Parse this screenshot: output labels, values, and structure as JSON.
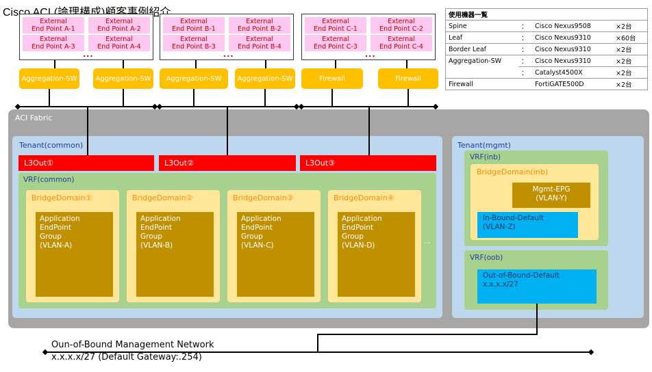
{
  "title": "Cisco ACI (論理構成)顧客事例紹介",
  "endpoint_groups": [
    {
      "endpoints": [
        "External\nEnd Point A-1",
        "External\nEnd Point A-2",
        "External\nEnd Point A-3",
        "External\nEnd Point A-4"
      ],
      "more": "..."
    },
    {
      "endpoints": [
        "External\nEnd Point B-1",
        "External\nEnd Point B-2",
        "External\nEnd Point B-3",
        "External\nEnd Point B-4"
      ],
      "more": "..."
    },
    {
      "endpoints": [
        "External\nEnd Point C-1",
        "External\nEnd Point C-2",
        "External\nEnd Point C-3",
        "External\nEnd Point C-4"
      ],
      "more": "..."
    }
  ],
  "gateways": [
    "Aggregation-SW",
    "Aggregation-SW",
    "Aggregation-SW",
    "Aggregation-SW",
    "Firewall",
    "Firewall"
  ],
  "fabric": {
    "label": "ACI Fabric"
  },
  "tenant_common": {
    "label": "Tenant(common)",
    "l3outs": [
      "L3Out①",
      "L3Out②",
      "L3Out③"
    ],
    "vrf": "VRF(common)",
    "bridge_domains": [
      {
        "label": "BridgeDomain①",
        "epg": "Application\nEndPoint\nGroup\n(VLAN-A)"
      },
      {
        "label": "BridgeDomain②",
        "epg": "Application\nEndPoint\nGroup\n(VLAN-B)"
      },
      {
        "label": "BridgeDomain③",
        "epg": "Application\nEndPoint\nGroup\n(VLAN-C)"
      },
      {
        "label": "BridgeDomain④",
        "epg": "Application\nEndPoint\nGroup\n(VLAN-D)"
      }
    ],
    "more": "..."
  },
  "tenant_mgmt": {
    "label": "Tenant(mgmt)",
    "vrf_inb": "VRF(inb)",
    "bd_inb": "BridgeDomain(inb)",
    "mgmt_epg": "Mgmt-EPG\n(VLAN-Y)",
    "inband_default": "In-Bound-Default\n(VLAN-Z)",
    "vrf_oob": "VRF(oob)",
    "oob_default": "Out-of-Bound-Default\nx.x.x.x/27"
  },
  "oob_network": {
    "line1": "Oun-of-Bound Management Network",
    "line2": "x.x.x.x/27 (Default Gateway:.254)"
  },
  "device_table": {
    "header": "使用機器一覧",
    "rows": [
      {
        "role": "Spine",
        "sep": "：",
        "model": "Cisco Nexus9508",
        "qty": "×2台"
      },
      {
        "role": "Leaf",
        "sep": "：",
        "model": "Cisco Nexus9310",
        "qty": "×60台"
      },
      {
        "role": "Border Leaf",
        "sep": "：",
        "model": "Cisco Nexus9310",
        "qty": "×2台"
      },
      {
        "role": "Aggregation-SW",
        "sep": "：",
        "model": "Cisco Nexus9310",
        "qty": "×2台"
      },
      {
        "role": "",
        "sep": "：",
        "model": "Catalyst4500X",
        "qty": "×2台"
      },
      {
        "role": "Firewall",
        "sep": "：",
        "model": "FortiGATE500D",
        "qty": "×2台"
      }
    ]
  }
}
